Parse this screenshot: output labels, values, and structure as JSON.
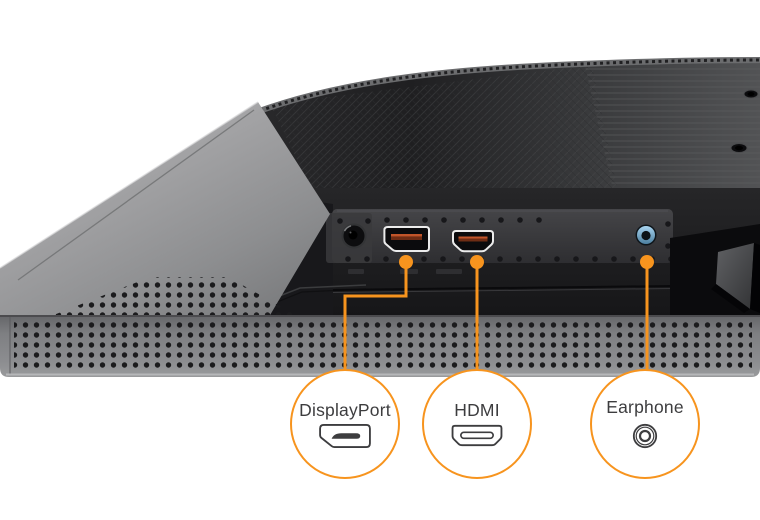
{
  "figure": {
    "name": "monitor-rear-ports-callout",
    "description": "Rear bottom view of a monitor showing its connector ports with orange callout bubbles"
  },
  "colors": {
    "accent": "#F7941E",
    "label": "#3D3D3F",
    "background": "#FFFFFF"
  },
  "callouts": [
    {
      "label": "DisplayPort",
      "icon": "displayport-icon"
    },
    {
      "label": "HDMI",
      "icon": "hdmi-icon"
    },
    {
      "label": "Earphone",
      "icon": "earphone-icon"
    }
  ]
}
